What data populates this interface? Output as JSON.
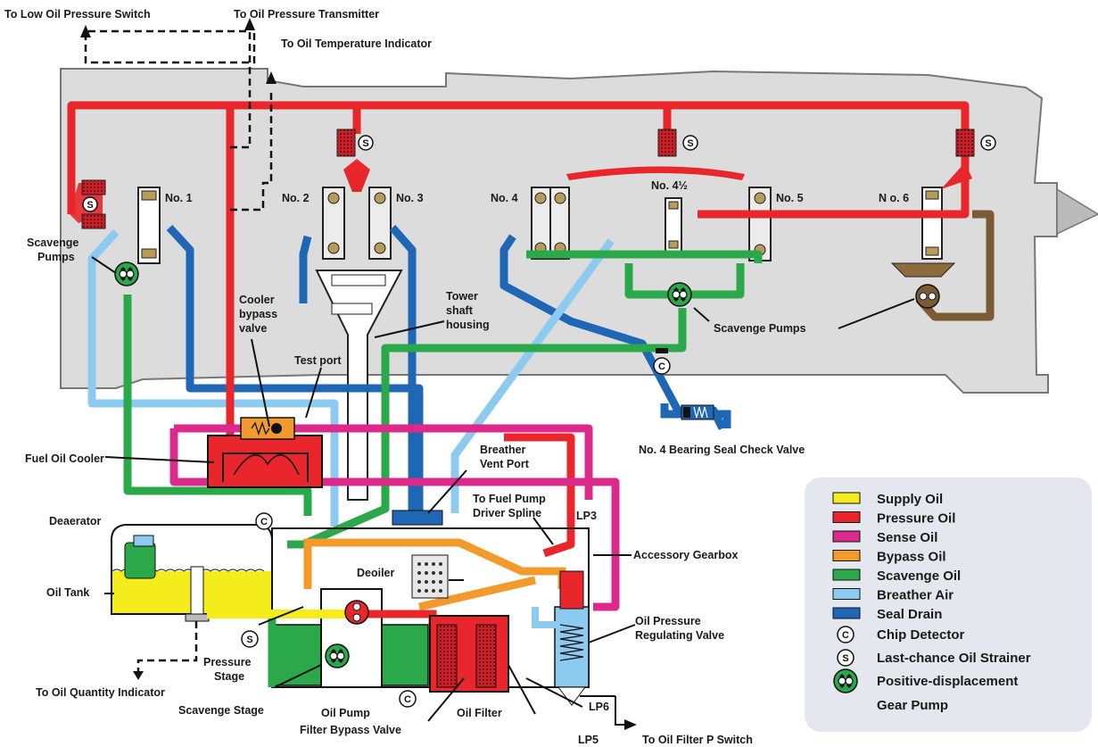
{
  "colors": {
    "supply": "#f5ec1e",
    "pressure": "#e8262b",
    "sense": "#dc2a8c",
    "bypass": "#f39a2c",
    "scavenge": "#2aa84a",
    "breather": "#8ccbef",
    "drain": "#1f66b5",
    "drain_brown": "#7a5b33",
    "engine_body": "#dcdcdc",
    "legend_bg": "#e4e8ee"
  },
  "labels": {
    "low_oil_pressure_switch": "To Low Oil Pressure Switch",
    "oil_pressure_transmitter": "To Oil Pressure Transmitter",
    "oil_temperature_indicator": "To Oil Temperature Indicator",
    "no1": "No. 1",
    "no2": "No. 2",
    "no3": "No. 3",
    "no4": "No. 4",
    "no4half": "No. 4½",
    "no5": "No. 5",
    "no6": "N o. 6",
    "scavenge_pumps_left_1": "Scavenge",
    "scavenge_pumps_left_2": "Pumps",
    "cooler_bypass_1": "Cooler",
    "cooler_bypass_2": "bypass",
    "cooler_bypass_3": "valve",
    "tower_shaft_1": "Tower",
    "tower_shaft_2": "shaft",
    "tower_shaft_3": "housing",
    "test_port": "Test port",
    "scavenge_pumps_right": "Scavenge Pumps",
    "check_valve": "No. 4 Bearing Seal Check Valve",
    "fuel_oil_cooler": "Fuel Oil Cooler",
    "breather_vent_1": "Breather",
    "breather_vent_2": "Vent Port",
    "fuel_pump_spline_1": "To Fuel Pump",
    "fuel_pump_spline_2": "Driver Spline",
    "lp3": "LP3",
    "deaerator": "Deaerator",
    "accessory_gearbox": "Accessory Gearbox",
    "deoiler": "Deoiler",
    "oil_tank": "Oil Tank",
    "regulating_valve_1": "Oil Pressure",
    "regulating_valve_2": "Regulating Valve",
    "pressure_stage_1": "Pressure",
    "pressure_stage_2": "Stage",
    "oil_quantity": "To Oil Quantity Indicator",
    "scavenge_stage": "Scavenge Stage",
    "oil_pump": "Oil Pump",
    "oil_filter": "Oil Filter",
    "filter_bypass": "Filter Bypass Valve",
    "lp6": "LP6",
    "lp5": "LP5",
    "filter_switch": "To Oil Filter  P Switch"
  },
  "legend": {
    "items": [
      {
        "label": "Supply Oil",
        "swatch": "supply"
      },
      {
        "label": "Pressure Oil",
        "swatch": "pressure"
      },
      {
        "label": "Sense Oil",
        "swatch": "sense"
      },
      {
        "label": "Bypass Oil",
        "swatch": "bypass"
      },
      {
        "label": "Scavenge Oil",
        "swatch": "scavenge"
      },
      {
        "label": "Breather Air",
        "swatch": "breather"
      },
      {
        "label": "Seal Drain",
        "swatch": "drain"
      }
    ],
    "chip_detector": "Chip Detector",
    "strainer": "Last-chance Oil Strainer",
    "gear_pump_1": "Positive-displacement",
    "gear_pump_2": "Gear Pump",
    "chip_symbol": "C",
    "strainer_symbol": "S"
  }
}
